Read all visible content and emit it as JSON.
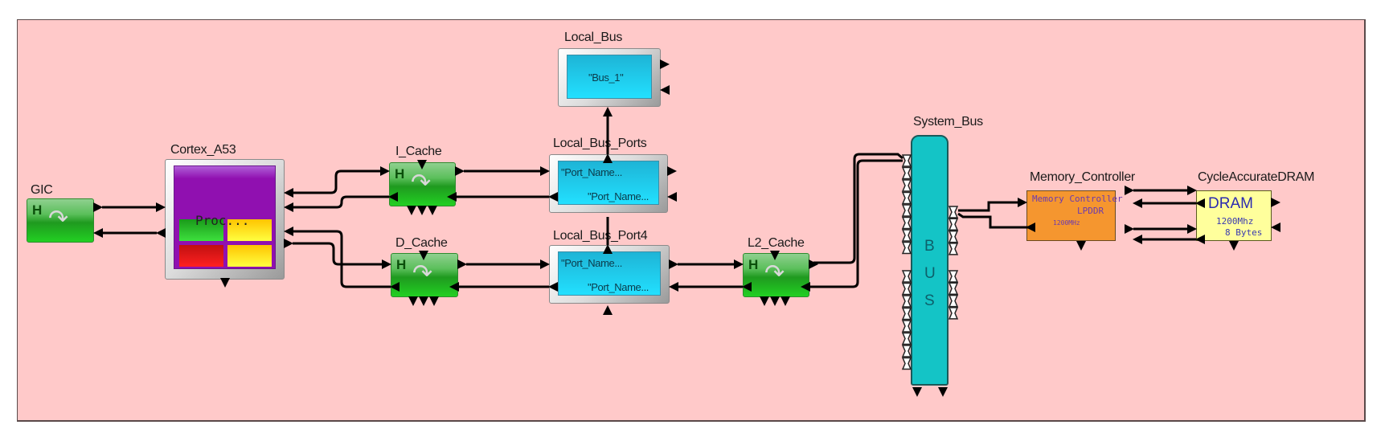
{
  "diagram": {
    "colors": {
      "canvas": "#ffc9c9",
      "hw_block": "#22b022",
      "bus_port_block": "#22d0f0",
      "processor": "#9010b0",
      "system_bus": "#14c4c6",
      "memory_controller": "#f5962f",
      "dram": "#ffff9c",
      "wire": "#000000"
    },
    "gic": {
      "label": "GIC",
      "badge": "H",
      "icon": "curved-arrow-icon"
    },
    "cortex": {
      "label": "Cortex_A53",
      "inner_text": "Proc..."
    },
    "i_cache": {
      "label": "I_Cache",
      "badge": "H",
      "icon": "curved-arrow-icon"
    },
    "d_cache": {
      "label": "D_Cache",
      "badge": "H",
      "icon": "curved-arrow-icon"
    },
    "l2_cache": {
      "label": "L2_Cache",
      "badge": "H",
      "icon": "curved-arrow-icon"
    },
    "local_bus": {
      "label": "Local_Bus",
      "inner_text": "\"Bus_1\""
    },
    "local_bus_ports": {
      "label": "Local_Bus_Ports",
      "port1": "\"Port_Name...",
      "port2": "\"Port_Name..."
    },
    "local_bus_port4": {
      "label": "Local_Bus_Port4",
      "port1": "\"Port_Name...",
      "port2": "\"Port_Name..."
    },
    "system_bus": {
      "label": "System_Bus",
      "letters": [
        "B",
        "U",
        "S"
      ]
    },
    "memory_controller": {
      "label": "Memory_Controller",
      "line1": "Memory Controller",
      "line2": "LPDDR",
      "line3": "1200MHz"
    },
    "dram": {
      "label": "CycleAccurateDRAM",
      "title": "DRAM",
      "line1": "1200Mhz",
      "line2": "8 Bytes"
    }
  }
}
